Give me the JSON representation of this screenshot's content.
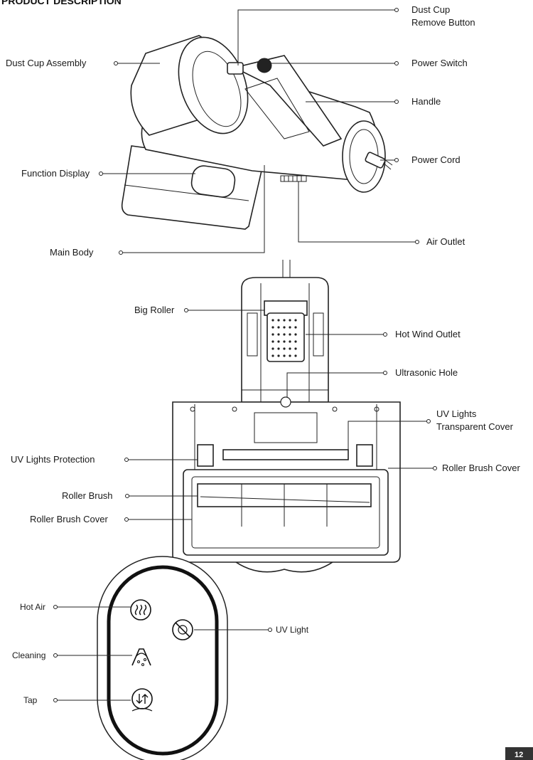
{
  "header": {
    "title": "PRODUCT DESCRIPTION"
  },
  "vacuum_side_view": {
    "labels": {
      "dust_cup_remove_button_line1": "Dust Cup",
      "dust_cup_remove_button_line2": "Remove Button",
      "dust_cup_assembly": "Dust Cup Assembly",
      "power_switch": "Power Switch",
      "handle": "Handle",
      "power_cord": "Power Cord",
      "function_display": "Function Display",
      "air_outlet": "Air Outlet",
      "main_body": "Main Body"
    }
  },
  "vacuum_bottom_view": {
    "labels": {
      "big_roller": "Big Roller",
      "hot_wind_outlet": "Hot Wind Outlet",
      "ultrasonic_hole": "Ultrasonic Hole",
      "uv_lights_transparent_cover_line1": "UV Lights",
      "uv_lights_transparent_cover_line2": "Transparent Cover",
      "uv_lights_protection": "UV Lights Protection",
      "roller_brush_cover_right": "Roller Brush Cover",
      "roller_brush": "Roller Brush",
      "roller_brush_cover_left": "Roller Brush Cover"
    }
  },
  "control_panel": {
    "labels": {
      "hot_air": "Hot Air",
      "cleaning": "Cleaning",
      "tap": "Tap",
      "uv_light": "UV Light"
    }
  },
  "footer": {
    "page_number": "12"
  }
}
